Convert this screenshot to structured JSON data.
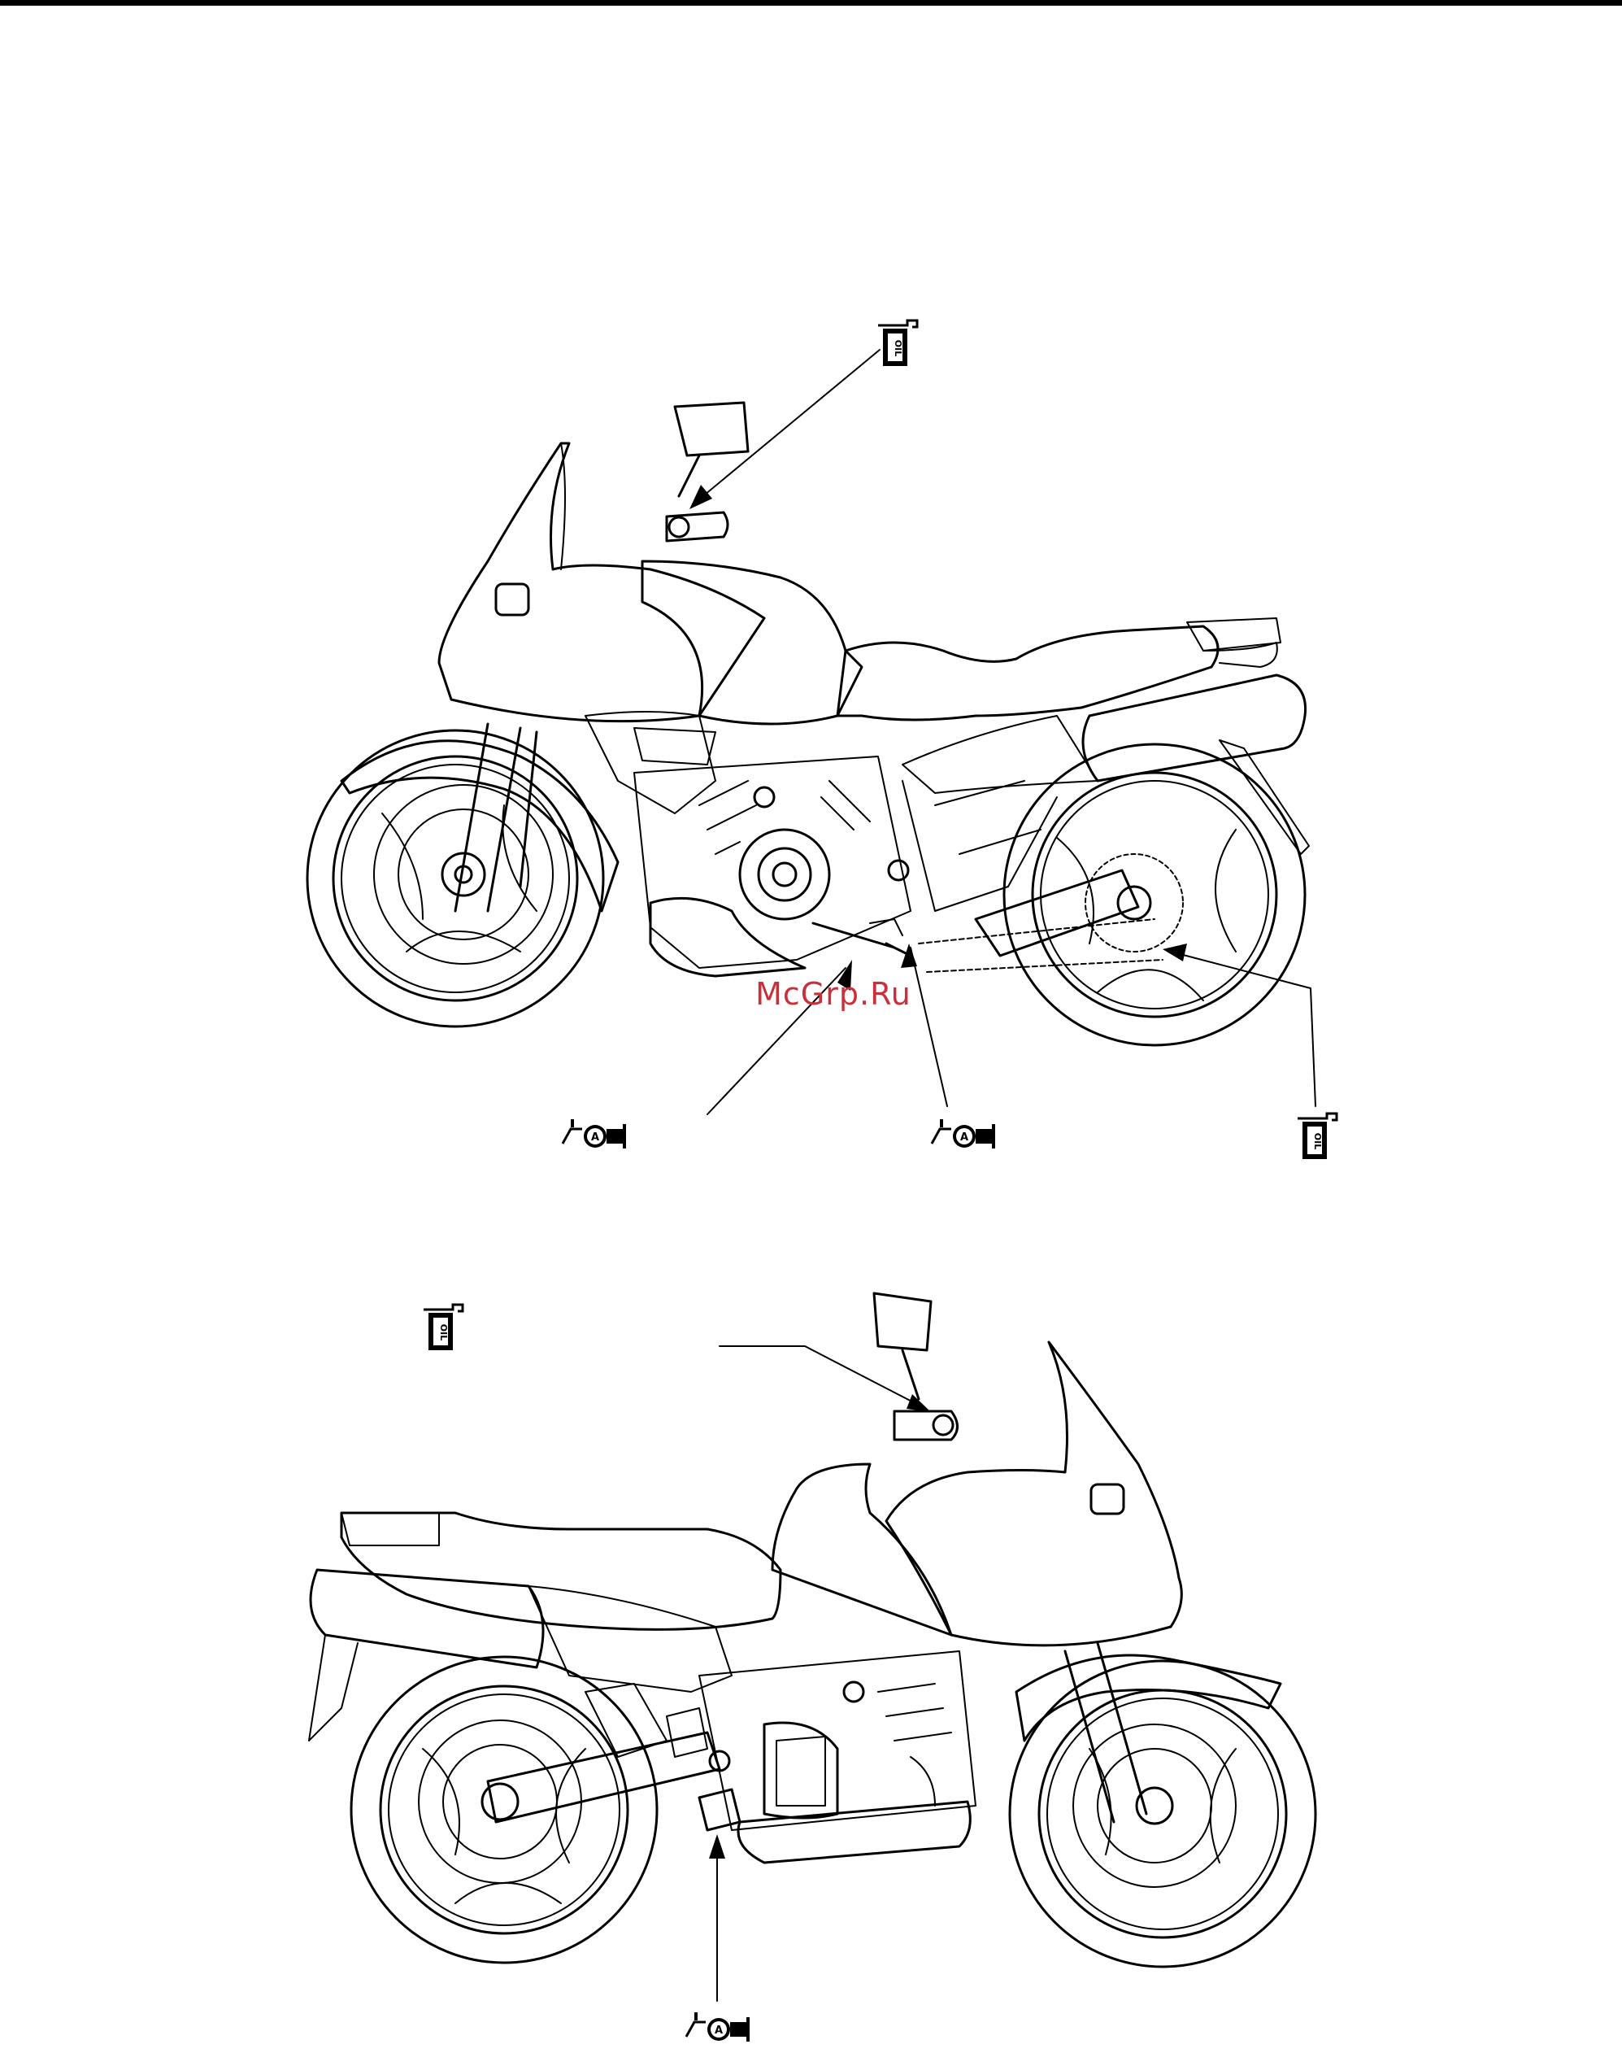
{
  "page": {
    "watermark": "McGrp.Ru"
  },
  "diagrams": [
    {
      "view": "right-side",
      "callouts": [
        {
          "icon": "oil-can-icon",
          "label": "OIL"
        },
        {
          "icon": "grease-a-icon",
          "label": "A"
        },
        {
          "icon": "grease-a-icon",
          "label": "A"
        },
        {
          "icon": "oil-can-icon",
          "label": "OIL"
        }
      ]
    },
    {
      "view": "left-side",
      "callouts": [
        {
          "icon": "oil-can-icon",
          "label": "OIL"
        },
        {
          "icon": "grease-a-icon",
          "label": "A"
        }
      ]
    }
  ]
}
